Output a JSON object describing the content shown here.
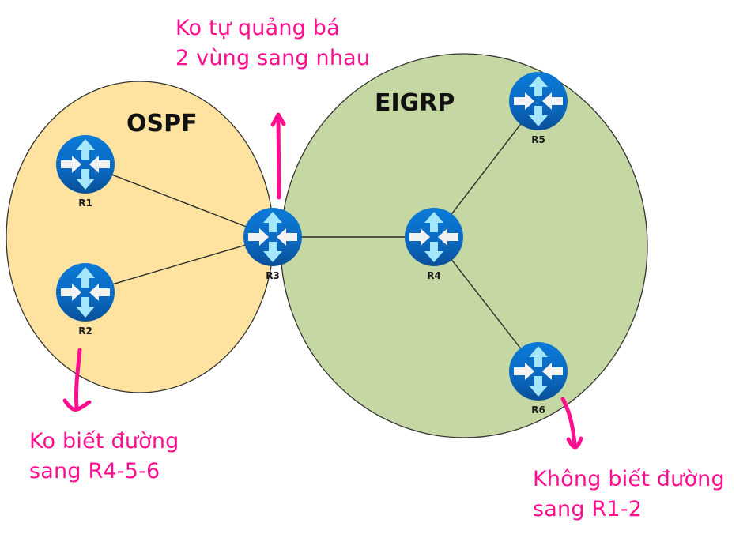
{
  "zones": [
    {
      "id": "ospf",
      "label": "OSPF",
      "fill": "#fde39f"
    },
    {
      "id": "eigrp",
      "label": "EIGRP",
      "fill": "#c5d7a2"
    }
  ],
  "routers": [
    {
      "id": "R1",
      "label": "R1",
      "zone": "ospf"
    },
    {
      "id": "R2",
      "label": "R2",
      "zone": "ospf"
    },
    {
      "id": "R3",
      "label": "R3",
      "zone": "border"
    },
    {
      "id": "R4",
      "label": "R4",
      "zone": "eigrp"
    },
    {
      "id": "R5",
      "label": "R5",
      "zone": "eigrp"
    },
    {
      "id": "R6",
      "label": "R6",
      "zone": "eigrp"
    }
  ],
  "links": [
    [
      "R1",
      "R3"
    ],
    [
      "R2",
      "R3"
    ],
    [
      "R3",
      "R4"
    ],
    [
      "R4",
      "R5"
    ],
    [
      "R4",
      "R6"
    ]
  ],
  "annotations": {
    "top": {
      "line1": "Ko tự quảng bá",
      "line2": "2 vùng sang nhau"
    },
    "bottom_left": {
      "line1": "Ko biết đường",
      "line2": "sang R4-5-6"
    },
    "bottom_right": {
      "line1": "Không biết đường",
      "line2": "sang R1-2"
    }
  },
  "colors": {
    "annotation": "#ff0f8f",
    "router_top": "#0b74d1",
    "router_bottom": "#0a55a0",
    "router_vertical_arrows": "#a4e6fb",
    "router_horizontal_arrows": "#f2f2f2",
    "link": "#2b2b2b",
    "zone_outline": "#333333"
  }
}
